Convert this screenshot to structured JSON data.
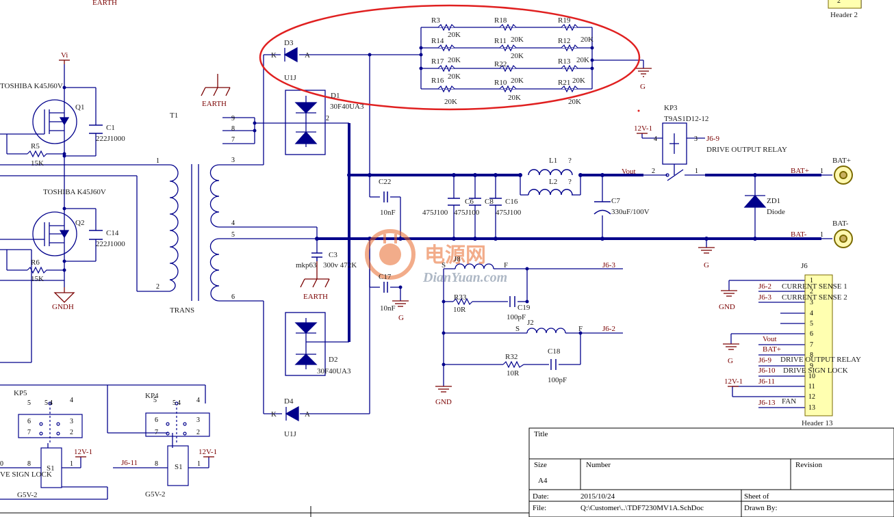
{
  "colors": {
    "wire": "#00008b",
    "bus": "#00008b",
    "component": "#00008b",
    "net": "#7a0000",
    "highlight": "#e02020",
    "header_fill": "#ffffb0",
    "watermark": "#e86a2c",
    "ground": "#7a0000"
  },
  "labels": {
    "earth_top": "EARTH",
    "vi": "Vi",
    "tosh1": "TOSHIBA K45J60V",
    "tosh2": "TOSHIBA K45J60V",
    "q1": "Q1",
    "q2": "Q2",
    "c1": "C1",
    "c1v": "222J1000",
    "c14": "C14",
    "c14v": "222J1000",
    "r5": "R5",
    "r5v": "15K",
    "r6": "R6",
    "r6v": "15K",
    "gndh": "GNDH",
    "t1": "T1",
    "trans": "TRANS",
    "earth1": "EARTH",
    "earth2": "EARTH",
    "t_p9": "9",
    "t_p8": "8",
    "t_p7": "7",
    "t_p3": "3",
    "t_p4": "4",
    "t_p5": "5",
    "t_p6": "6",
    "t_p1": "1",
    "t_p2": "2",
    "d3": "D3",
    "d3k": "K",
    "d3a": "A",
    "d3v": "U1J",
    "d1": "D1",
    "d1v": "30F40UA3",
    "d1p": "2",
    "d2": "D2",
    "d2v": "30F40UA3",
    "d4": "D4",
    "d4k": "K",
    "d4a": "A",
    "d4v": "U1J",
    "r3": "R3",
    "r18": "R18",
    "r19": "R19",
    "r14": "R14",
    "r11": "R11",
    "r12": "R12",
    "r17": "R17",
    "r22": "R22",
    "r13": "R13",
    "r16": "R16",
    "r10": "R10",
    "r21": "R21",
    "v20k": "20K",
    "g_top": "G",
    "c22": "C22",
    "c22v": "10nF",
    "c3": "C3",
    "c3v": "300v 472K",
    "c3t": "mkp63",
    "c17": "C17",
    "c17v": "10nF",
    "g_c17": "G",
    "c6": "C6",
    "c8": "C8",
    "c16": "C16",
    "c6v": "475J100",
    "c8v": "475J100",
    "c16v": "475J100",
    "l1": "L1",
    "l2": "L2",
    "lq": "?",
    "c7": "C7",
    "c7v": "330uF/100V",
    "vout": "Vout",
    "kp3": "KP3",
    "kp3v": "T9AS1D12-12",
    "kp3_12v": "12V-1",
    "kp3_p4": "4",
    "kp3_p3": "3",
    "kp3_j69": "J6-9",
    "drive_relay": "DRIVE OUTPUT RELAY",
    "kp3_p2": "2",
    "kp3_p1": "1",
    "batp": "BAT+",
    "batn": "BAT-",
    "batp_net": "BAT+",
    "batn_net": "BAT-",
    "one": "1",
    "zd1": "ZD1",
    "zd1v": "Diode",
    "g_mid": "G",
    "j8": "J8",
    "s": "S",
    "f": "F",
    "j63": "J6-3",
    "r33": "R33",
    "r33v": "10R",
    "c19": "C19",
    "c19v": "100pF",
    "j2": "J2",
    "j62": "J6-2",
    "r32": "R32",
    "r32v": "10R",
    "c18": "C18",
    "c18v": "100pF",
    "gnd1": "GND",
    "j6": "J6",
    "j6_header": "Header 13",
    "header2": "Header 2",
    "header2_pin": "2",
    "j6n1": "J6-2",
    "j6t1": "CURRENT SENSE 1",
    "j6n2": "J6-3",
    "j6t2": "CURRENT SENSE 2",
    "gnd2": "GND",
    "g_j6": "G",
    "vout2": "Vout",
    "batp2": "BAT+",
    "j6n9": "J6-9",
    "j6t9": "DRIVE OUTPUT RELAY",
    "j6n10": "J6-10",
    "j6t10": "DRIVE SIGN LOCK",
    "v12b": "12V-1",
    "j6n11": "J6-11",
    "j6n13": "J6-13",
    "j6t13": "FAN",
    "kp5": "KP5",
    "kp4": "KP4",
    "g5v2a": "G5V-2",
    "g5v2b": "G5V-2",
    "s1": "S1",
    "k_p5": "5",
    "k_p4": "4",
    "k_p6": "6",
    "k_p3": "3",
    "k_p7": "7",
    "k_p2": "2",
    "k_p8": "8",
    "k_p1": "1",
    "k_p0": "0",
    "v12c": "12V-1",
    "v12d": "12V-1",
    "j611b": "J6-11",
    "sign_lock": "VE SIGN LOCK"
  },
  "j6_pins": [
    "1",
    "2",
    "3",
    "4",
    "5",
    "6",
    "7",
    "8",
    "9",
    "10",
    "11",
    "12",
    "13"
  ],
  "watermark": {
    "cn": "电源网",
    "en": "DianYuan.com"
  },
  "title_block": {
    "title_label": "Title",
    "size_label": "Size",
    "size_value": "A4",
    "number_label": "Number",
    "revision_label": "Revision",
    "date_label": "Date:",
    "date_value": "2015/10/24",
    "sheet_label": "Sheet    of",
    "file_label": "File:",
    "file_value": "Q:\\Customer\\..\\TDF7230MV1A.SchDoc",
    "drawn_label": "Drawn By:"
  }
}
